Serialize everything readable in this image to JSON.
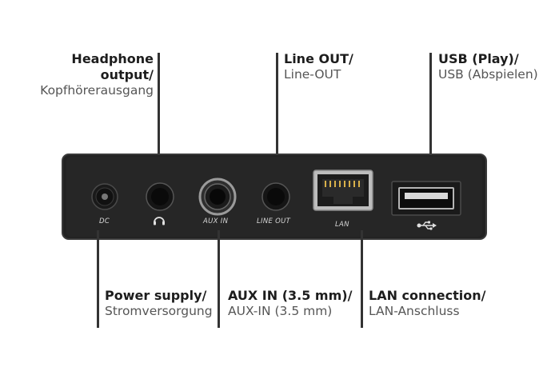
{
  "callouts": {
    "headphone": {
      "title_line1": "Headphone",
      "title_line2": "output/",
      "subtitle": "Kopfhörerausgang"
    },
    "line_out": {
      "title": "Line OUT/",
      "subtitle": "Line-OUT"
    },
    "usb": {
      "title": "USB (Play)/",
      "subtitle": "USB (Abspielen)"
    },
    "power": {
      "title": "Power supply/",
      "subtitle": "Stromversorgung"
    },
    "aux_in": {
      "title": "AUX IN (3.5 mm)/",
      "subtitle": "AUX-IN (3.5 mm)"
    },
    "lan": {
      "title": "LAN connection/",
      "subtitle": "LAN-Anschluss"
    }
  },
  "ports": {
    "dc": "DC",
    "aux_in": "AUX IN",
    "line_out": "LINE OUT",
    "lan": "LAN"
  },
  "icons": {
    "headphone": "headphone-icon",
    "usb": "usb-icon"
  },
  "colors": {
    "device_body": "#222222",
    "port_label": "#d6d6d6",
    "leader_line": "#333333"
  }
}
